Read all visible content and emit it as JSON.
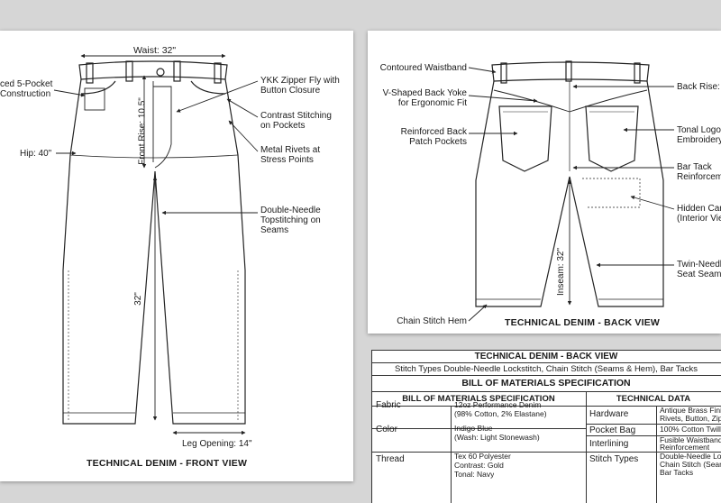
{
  "front": {
    "title": "TECHNICAL DENIM - FRONT VIEW",
    "labels": {
      "waist": "Waist: 32\"",
      "pocket_construction_1": "ced 5-Pocket",
      "pocket_construction_2": "Construction",
      "hip": "Hip: 40\"",
      "front_rise": "Front Rise: 10.5\"",
      "inseam": "32\"",
      "zipper_1": "YKK Zipper Fly with",
      "zipper_2": "Button Closure",
      "contrast_1": "Contrast Stitching",
      "contrast_2": "on Pockets",
      "rivets_1": "Metal Rivets at",
      "rivets_2": "Stress Points",
      "double_1": "Double-Needle",
      "double_2": "Topstitching on",
      "double_3": "Seams",
      "leg_opening": "Leg Opening: 14\""
    }
  },
  "back": {
    "title": "TECHNICAL DENIM - BACK VIEW",
    "labels": {
      "waistband": "Contoured Waistband",
      "yoke_1": "V-Shaped Back Yoke",
      "yoke_2": "for Ergonomic Fit",
      "patch_1": "Reinforced Back",
      "patch_2": "Patch Pockets",
      "chain_hem": "Chain Stitch Hem",
      "inseam": "Inseam: 32\"",
      "back_rise": "Back Rise: 1",
      "tonal_1": "Tonal Logo",
      "tonal_2": "Embroidery",
      "bartack_1": "Bar Tack",
      "bartack_2": "Reinforcem",
      "hidden_1": "Hidden Carg",
      "hidden_2": "(Interior Vie",
      "twin_1": "Twin-Needl",
      "twin_2": "Seat Seam"
    }
  },
  "bom": {
    "header_title": "TECHNICAL DENIM - BACK VIEW",
    "stitch_line": "Stitch Types Double-Needle Lockstitch, Chain Stitch (Seams & Hem), Bar Tacks",
    "spec_title": "BILL OF MATERIALS SPECIFICATION",
    "left_header": "BILL OF MATERIALS SPECIFICATION",
    "right_header": "TECHNICAL DATA",
    "left_rows": [
      {
        "label": "Fabric",
        "lines": [
          "12oz Performance Denim",
          "(98% Cotton, 2% Elastane)"
        ]
      },
      {
        "label": "Color",
        "lines": [
          "Indigo Blue",
          "(Wash: Light Stonewash)"
        ]
      },
      {
        "label": "Thread",
        "lines": [
          "Tex 60 Polyester",
          "Contrast: Gold",
          "Tonal: Navy"
        ]
      }
    ],
    "right_rows": [
      {
        "label": "Hardware",
        "lines": [
          "Antique Brass Fini",
          "Rivets, Button, Zip"
        ]
      },
      {
        "label": "Pocket Bag",
        "lines": [
          "100% Cotton Twill"
        ]
      },
      {
        "label": "Interlining",
        "lines": [
          "Fusible Waistband",
          "Reinforcement"
        ]
      },
      {
        "label": "Stitch Types",
        "lines": [
          "Double-Needle Lo",
          "Chain Stitch (Sear",
          "Bar Tacks"
        ]
      }
    ]
  }
}
